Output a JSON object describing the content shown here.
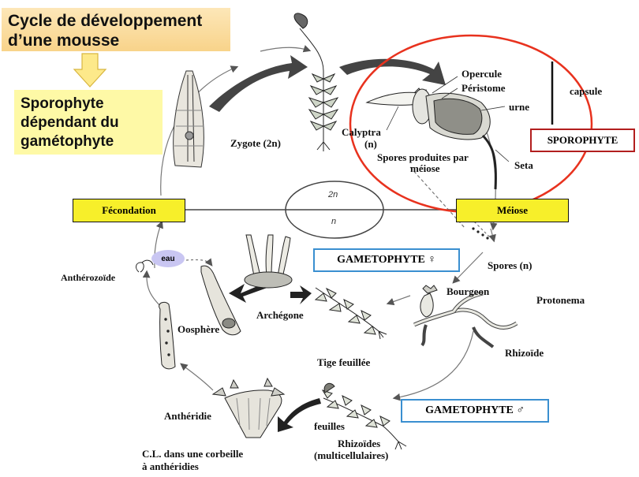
{
  "title": {
    "line1": "Cycle de développement",
    "line2": "d’une mousse"
  },
  "subtitle": {
    "line1": "Sporophyte",
    "line2": "dépendant du",
    "line3": "gamétophyte"
  },
  "boxes": {
    "fecondation": "Fécondation",
    "meiose": "Méiose",
    "sporophyte": "SPOROPHYTE",
    "gametophyte_f": "GAMETOPHYTE ♀",
    "gametophyte_m": "GAMETOPHYTE ♂"
  },
  "ploidy": {
    "diploid": "2n",
    "haploid": "n"
  },
  "labels": {
    "zygote": "Zygote (2n)",
    "opercule": "Opercule",
    "peristome": "Péristome",
    "urne": "urne",
    "capsule": "capsule",
    "calyptra": "Calyptra",
    "calyptra_n": "(n)",
    "spores_produites_1": "Spores produites par",
    "spores_produites_2": "méiose",
    "seta": "Seta",
    "spores_n": "Spores (n)",
    "bourgeon": "Bourgeon",
    "protonema": "Protonema",
    "rhizoide": "Rhizoïde",
    "archegone": "Archégone",
    "tige_feuillee": "Tige feuillée",
    "oosphere": "Oosphère",
    "antherozoide": "Anthérozoïde",
    "eau": "eau",
    "antheridie": "Anthéridie",
    "feuilles": "feuilles",
    "rhizoides_1": "Rhizoïdes",
    "rhizoides_2": "(multicellulaires)",
    "cl_1": "C.L. dans une corbeille",
    "cl_2": "à anthéridies"
  },
  "colors": {
    "title_bg": "#f8d38a",
    "subtitle_bg": "#fef9a6",
    "box_yellow": "#f7ef2a",
    "box_blue_border": "#3a8fd0",
    "box_red_border": "#b21e1e",
    "highlight_circle": "#e8321e",
    "eau_bg": "#c9c6f2"
  }
}
